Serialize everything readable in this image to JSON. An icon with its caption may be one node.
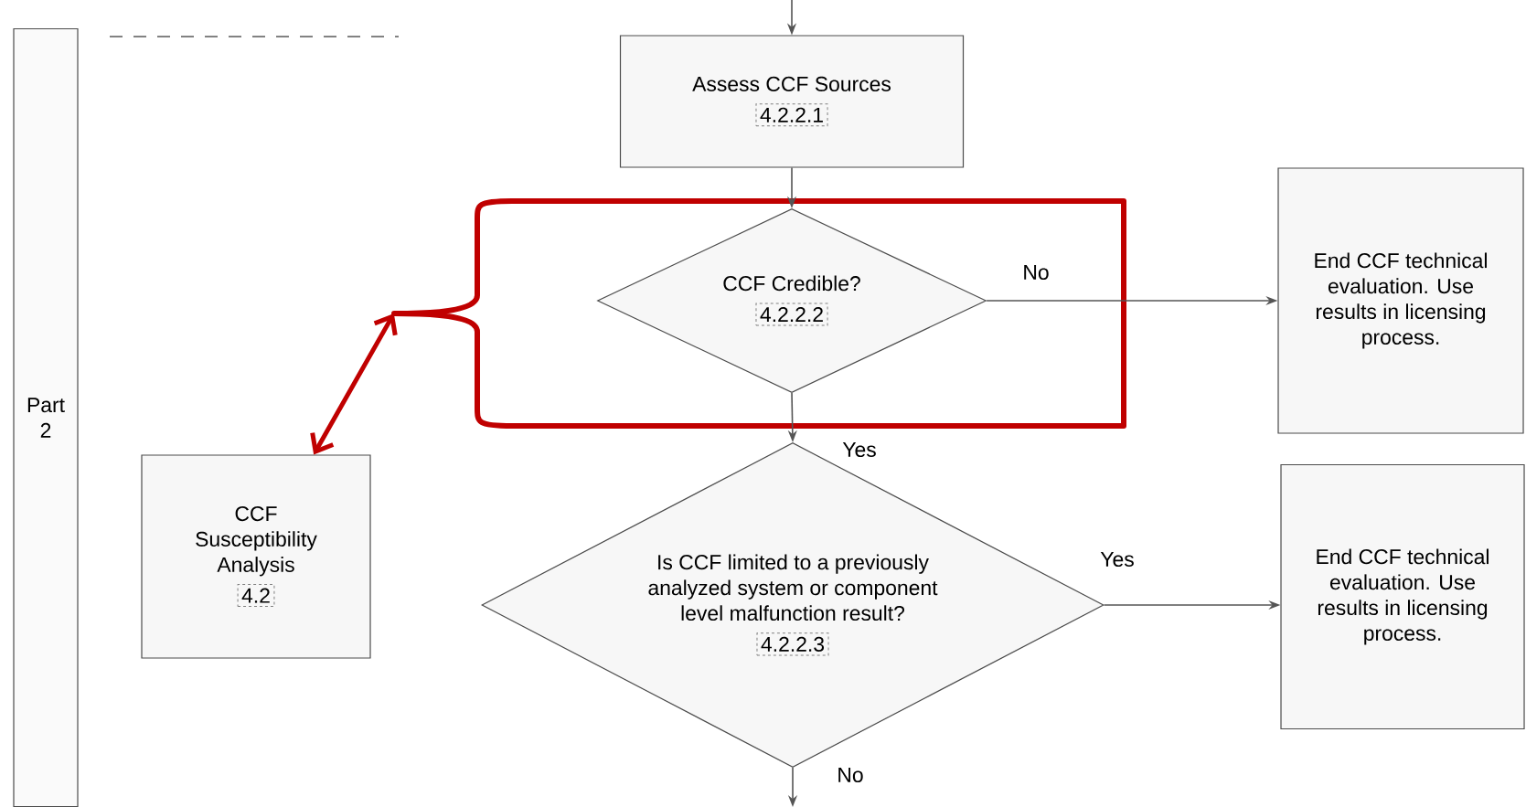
{
  "diagram": {
    "nodes": [
      {
        "text": [
          "Part 2"
        ]
      },
      {
        "text": [
          "Assess CCF Sources",
          "4.2.2.1"
        ]
      },
      {
        "text": [],
        "shape": "box"
      },
      {
        "text": [
          "CCF Credible?",
          "4.2.2.2"
        ],
        "in": 2
      },
      {
        "text": [
          "End CCF technical evaluation. Use results in licensing process."
        ]
      },
      {
        "text": [
          "CCF Susceptibility Analysis",
          "4.2"
        ]
      },
      {
        "text": [
          "Is CCF limited to a previously analyzed system or component level malfunction result?",
          "4.2.2.3"
        ]
      },
      {
        "text": [
          "End CCF technical evaluation. Use results in licensing process."
        ]
      }
    ],
    "edges": [
      {
        "from": null,
        "to": 1,
        "arrow": "to"
      },
      {
        "from": 1,
        "to": 3,
        "arrow": "to"
      },
      {
        "from": 3,
        "to": 4,
        "arrow": "to",
        "label": "No"
      },
      {
        "from": 3,
        "to": 6,
        "arrow": "to",
        "label": "Yes"
      },
      {
        "from": 6,
        "to": 7,
        "arrow": "to",
        "label": "Yes"
      },
      {
        "from": 6,
        "to": null,
        "arrow": "to",
        "label": "No"
      },
      {
        "from": 2,
        "to": 5,
        "arrow": "both",
        "style": "thick",
        "color": "#c00000"
      }
    ]
  }
}
